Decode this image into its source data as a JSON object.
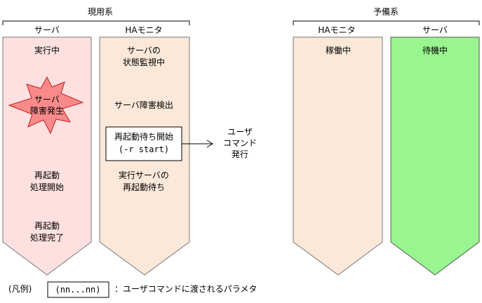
{
  "groups": {
    "active": {
      "title": "現用系"
    },
    "standby": {
      "title": "予備系"
    }
  },
  "columns": {
    "active_server": {
      "header": "サーバ",
      "fill": "#ffe0e0",
      "steps": [
        [
          "実行中"
        ],
        [
          "再起動",
          "処理開始"
        ],
        [
          "再起動",
          "処理完了"
        ]
      ]
    },
    "active_ha": {
      "header": "HAモニタ",
      "fill": "#fbe8d8",
      "steps": [
        [
          "サーバの",
          "状態監視中"
        ],
        [
          "サーバ障害検出"
        ],
        [
          "再起動待ち開始",
          "(-r start)"
        ],
        [
          "実行サーバの",
          "再起動待ち"
        ]
      ]
    },
    "standby_ha": {
      "header": "HAモニタ",
      "fill": "#fbe8d8",
      "steps": [
        [
          "稼働中"
        ]
      ]
    },
    "standby_server": {
      "header": "サーバ",
      "fill": "#99f590",
      "steps": [
        [
          "待機中"
        ]
      ]
    }
  },
  "failure_burst": {
    "lines": [
      "サーバ",
      "障害発生"
    ],
    "fill": "#fa8a8a"
  },
  "user_command": {
    "lines": [
      "ユーザ",
      "コマンド",
      "発行"
    ]
  },
  "legend": {
    "label": "(凡例)",
    "sample": "(nn...nn)",
    "description": "：ユーザコマンドに渡されるパラメタ"
  }
}
